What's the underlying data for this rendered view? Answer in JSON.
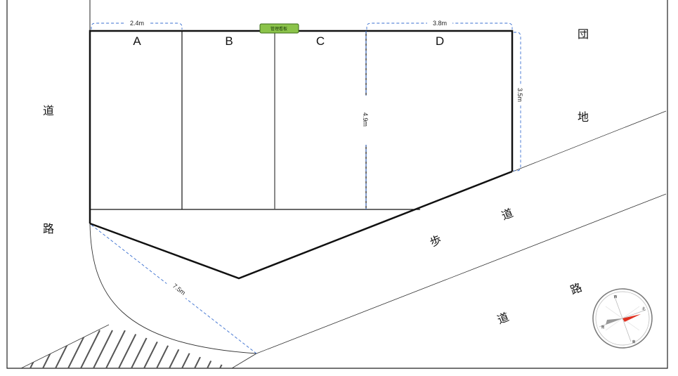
{
  "parking": {
    "slots": [
      "A",
      "B",
      "C",
      "D"
    ],
    "sign_label": "管理看板"
  },
  "dimensions": {
    "slot_width": "2.4m",
    "slot_d_width": "3.8m",
    "slot_d_depth": "3.5m",
    "slot_depth": "4.9m",
    "diagonal": "7.5m"
  },
  "surroundings": {
    "left_road": [
      "道",
      "路"
    ],
    "top_right": [
      "団",
      "地"
    ],
    "sidewalk": [
      "歩",
      "道"
    ],
    "bottom_road": [
      "道",
      "路"
    ]
  },
  "compass": {
    "west": "西",
    "east": "東",
    "north": "北",
    "south": "南",
    "needle_color": "#e03020"
  },
  "colors": {
    "sign_fill": "#8bc34a",
    "dimension_line": "#3a6fd0"
  }
}
